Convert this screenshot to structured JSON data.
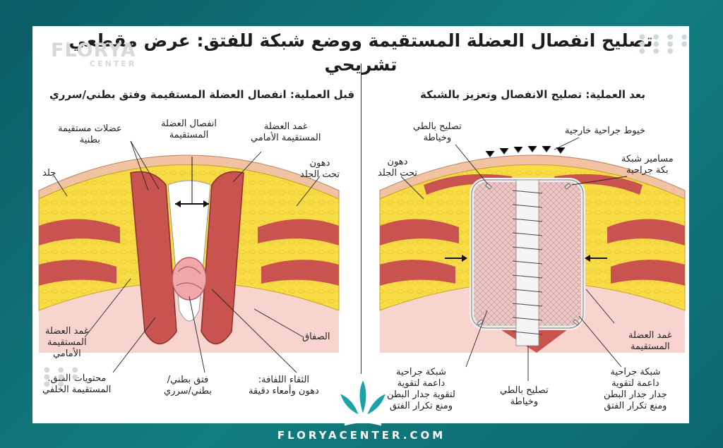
{
  "title": "تصليح انفصال العضلة المستقيمة ووضع شبكة للفتق: عرض مقطعي تشريحي",
  "watermark": {
    "brand": "FLORYA",
    "sub": "CENTER"
  },
  "footer": "FLORYACENTER.COM",
  "colors": {
    "frame": "#0e6f73",
    "muscle": "#c8534f",
    "fat": "#f6dc4a",
    "skin": "#f3c9a6",
    "mesh": "#e9c6c4"
  },
  "before": {
    "title": "قبل العملية: انفصال العضلة المستقيمة وفتق بطني/سرري",
    "labels": {
      "muscles": "عضلات مستقيمة\nبطنية",
      "diastasis": "انفصال العضلة\nالمستقيمة",
      "ant_sheath_top": "غمد العضلة\nالمستقيمة الأمامي",
      "skin": "جلد",
      "subq_fat": "دهون\nتحت الجلد",
      "ant_sheath_bottom": "غمد العضلة\nالمستقيمة\nالأمامي",
      "hernia_contents": "محتويات الفتق:\nالمستقيمة الخلفي",
      "hernia": "فتق بطني/\nبطني/سرري",
      "omentum": "الثقاء اللفافة:\nدهون وأمعاء دقيقة",
      "peritoneum": "الصفاق"
    }
  },
  "after": {
    "title": "بعد العملية: تصليح الانفصال وتعزيز بالشبكة",
    "labels": {
      "plication_top": "تصليح بالطي\nوخياطة",
      "external_sutures": "خيوط جراحية خارجية",
      "subq_fat": "دهون\nتحت الجلد",
      "mesh_tacks": "مسامير شبكة\nبكة جراحية",
      "sheath": "غمد العضلة\nالمستقيمة",
      "mesh_left": "شبكة جراحية\nداعمة لتقوية\nلتقوية جدار البطن\nومنع تكرار الفتق",
      "plication_bottom": "تصليح بالطي\nوخياطة",
      "mesh_right": "شبكة جراحية\nداعمة لتقوية\nجدار جدار البطن\nومنع تكرار الفتق"
    }
  }
}
